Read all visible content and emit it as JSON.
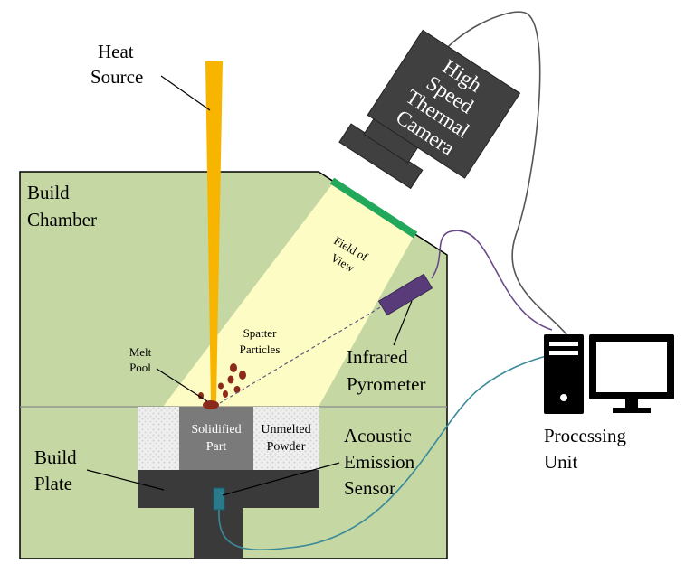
{
  "labels": {
    "heat_source": [
      "Heat",
      "Source"
    ],
    "build_chamber": [
      "Build",
      "Chamber"
    ],
    "camera": [
      "High",
      "Speed",
      "Thermal",
      "Camera"
    ],
    "field_of_view": [
      "Field of",
      "View"
    ],
    "spatter_particles": [
      "Spatter",
      "Particles"
    ],
    "melt_pool": [
      "Melt",
      "Pool"
    ],
    "infrared_pyrometer": [
      "Infrared",
      "Pyrometer"
    ],
    "processing_unit": [
      "Processing",
      "Unit"
    ],
    "solidified_part": [
      "Solidified",
      "Part"
    ],
    "unmelted_powder": [
      "Unmelted",
      "Powder"
    ],
    "acoustic_emission_sensor": [
      "Acoustic",
      "Emission",
      "Sensor"
    ],
    "build_plate": [
      "Build",
      "Plate"
    ]
  },
  "colors": {
    "chamber_fill": "#c5d8a4",
    "heat_beam": "#f7b500",
    "field_of_view": "#fdfcc4",
    "camera_body": "#404040",
    "camera_window": "#22a85a",
    "pyrometer": "#5a3b7a",
    "solidified_part": "#7a7a7a",
    "build_plate": "#3a3a3a",
    "acoustic_sensor": "#2a7a8a",
    "cable_camera": "#555555",
    "cable_pyrometer": "#6a4b8a",
    "cable_sensor": "#3a8a9a",
    "spatter": "#8b2a1a"
  }
}
